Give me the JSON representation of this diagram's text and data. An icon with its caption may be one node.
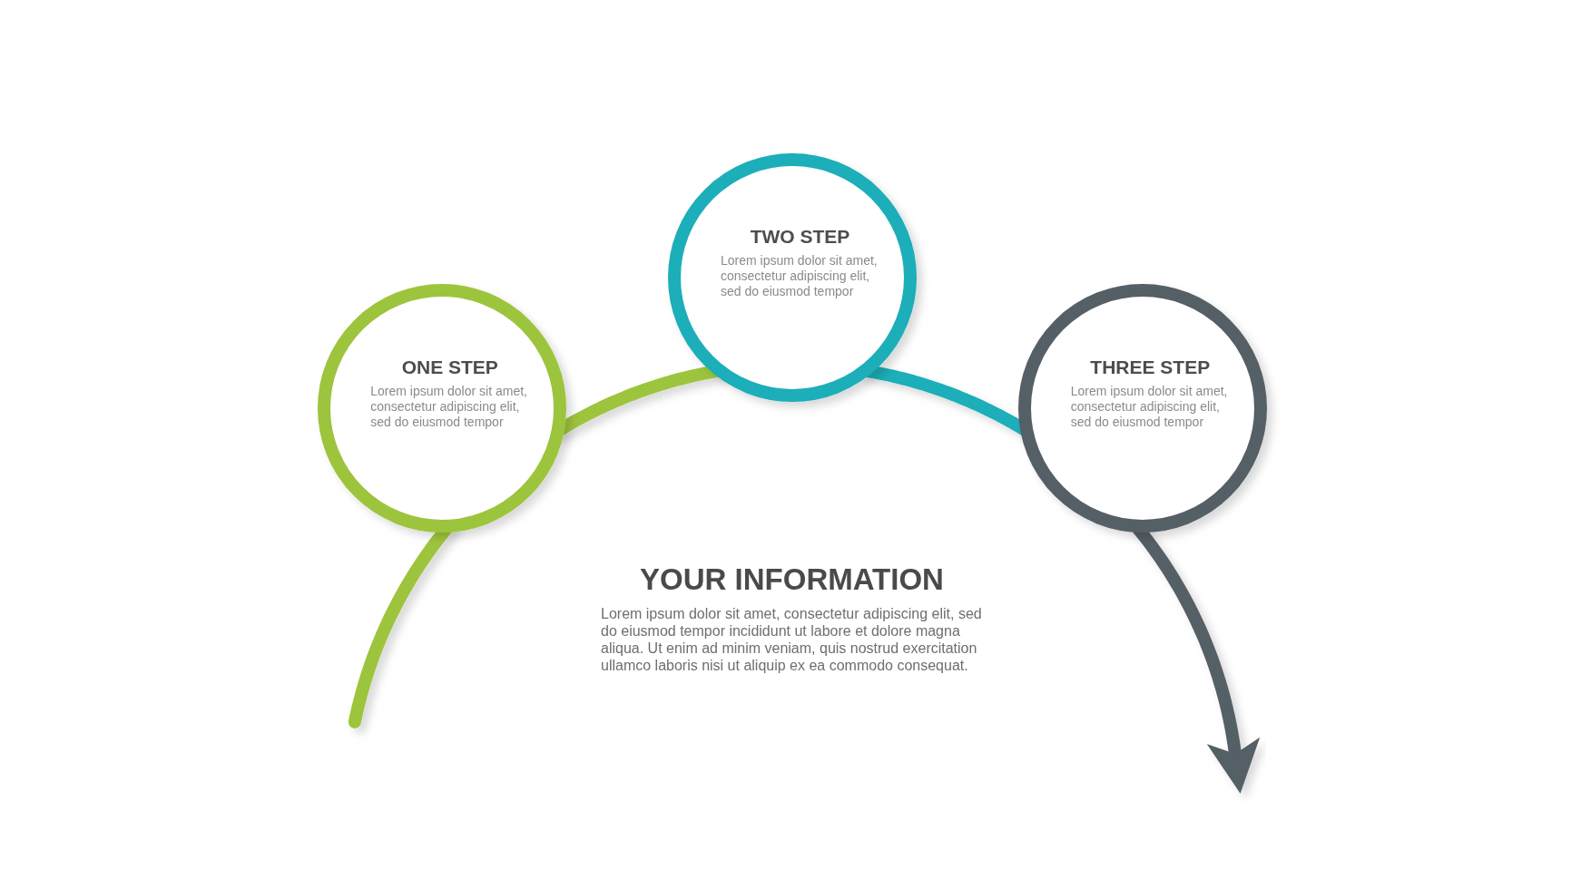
{
  "diagram": {
    "nodes": [
      {
        "text": [
          "ONE STEP",
          "Lorem ipsum dolor sit amet, consectetur adipiscing elit, sed do eiusmod tempor"
        ]
      },
      {
        "text": [
          "TWO STEP",
          "Lorem ipsum dolor sit amet, consectetur adipiscing elit, sed do eiusmod tempor"
        ]
      },
      {
        "text": [
          "THREE STEP",
          "Lorem ipsum dolor sit amet, consectetur adipiscing elit, sed do eiusmod tempor"
        ]
      }
    ],
    "edges": [
      {
        "from": null,
        "to": 0,
        "arrow": "none",
        "color": "#9dc43c"
      },
      {
        "from": 0,
        "to": 1,
        "arrow": "none",
        "color": "#9dc43c"
      },
      {
        "from": 1,
        "to": 2,
        "arrow": "none",
        "color": "#1aaeb9"
      },
      {
        "from": 2,
        "to": null,
        "arrow": "to",
        "color": "#555e66"
      }
    ],
    "labels": [
      "YOUR INFORMATION",
      "Lorem ipsum dolor sit amet, consectetur adipiscing elit, sed do eiusmod tempor incididunt ut labore et dolore magna aliqua. Ut enim ad minim veniam, quis nostrud exercitation ullamco laboris nisi ut aliquip ex ea commodo consequat."
    ]
  }
}
